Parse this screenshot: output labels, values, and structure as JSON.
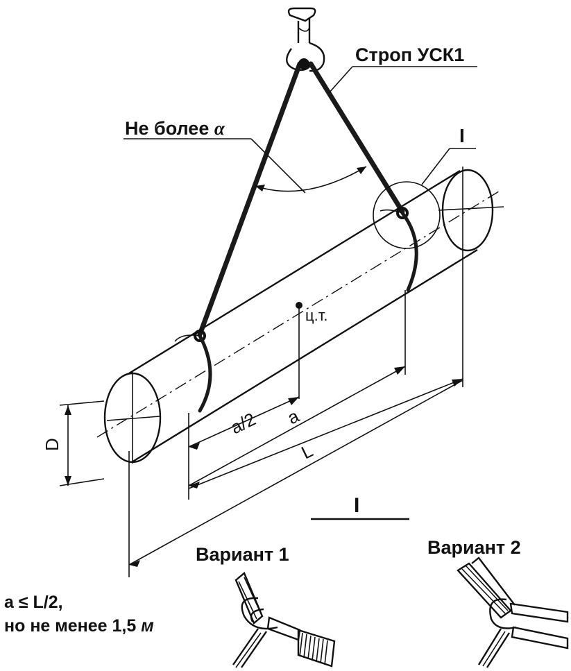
{
  "labels": {
    "sling": "Строп УСК1",
    "angle": "Не более",
    "angle_symbol": "α",
    "detail_mark": "I",
    "detail_title": "I",
    "cg": "ц.т.",
    "dim_half_a": "a/2",
    "dim_a": "a",
    "dim_L": "L",
    "dim_D": "D",
    "variant1": "Вариант 1",
    "variant2": "Вариант 2",
    "note_line1": "a ≤ L/2,",
    "note_line2_prefix": "но не менее 1,5 ",
    "note_line2_unit": "м"
  }
}
